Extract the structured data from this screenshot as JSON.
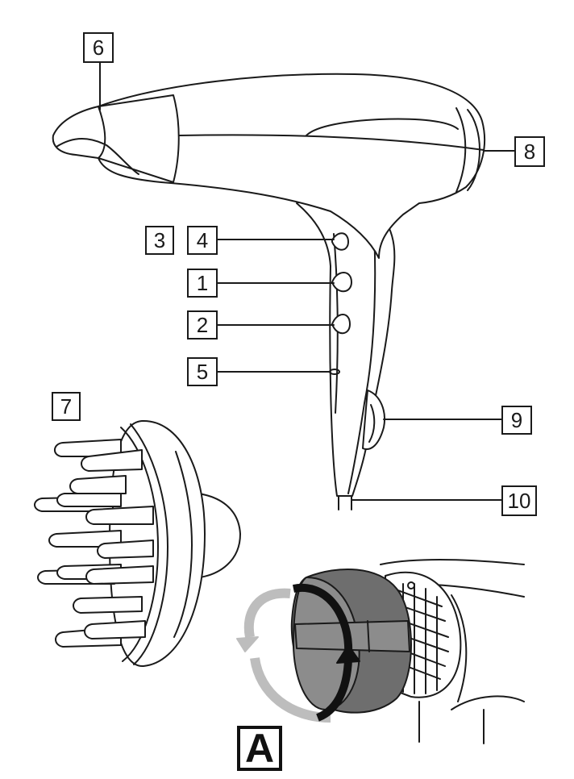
{
  "callouts": {
    "c1": "1",
    "c2": "2",
    "c3": "3",
    "c4": "4",
    "c5": "5",
    "c6": "6",
    "c7": "7",
    "c8": "8",
    "c9": "9",
    "c10": "10"
  },
  "panel_label": "A",
  "colors": {
    "line": "#1a1a1a",
    "fill": "#ffffff",
    "cap_grey": "#8c8c8c",
    "cap_dark": "#6e6e6e",
    "arrow_light": "#bdbdbd",
    "arrow_dark": "#111111"
  }
}
